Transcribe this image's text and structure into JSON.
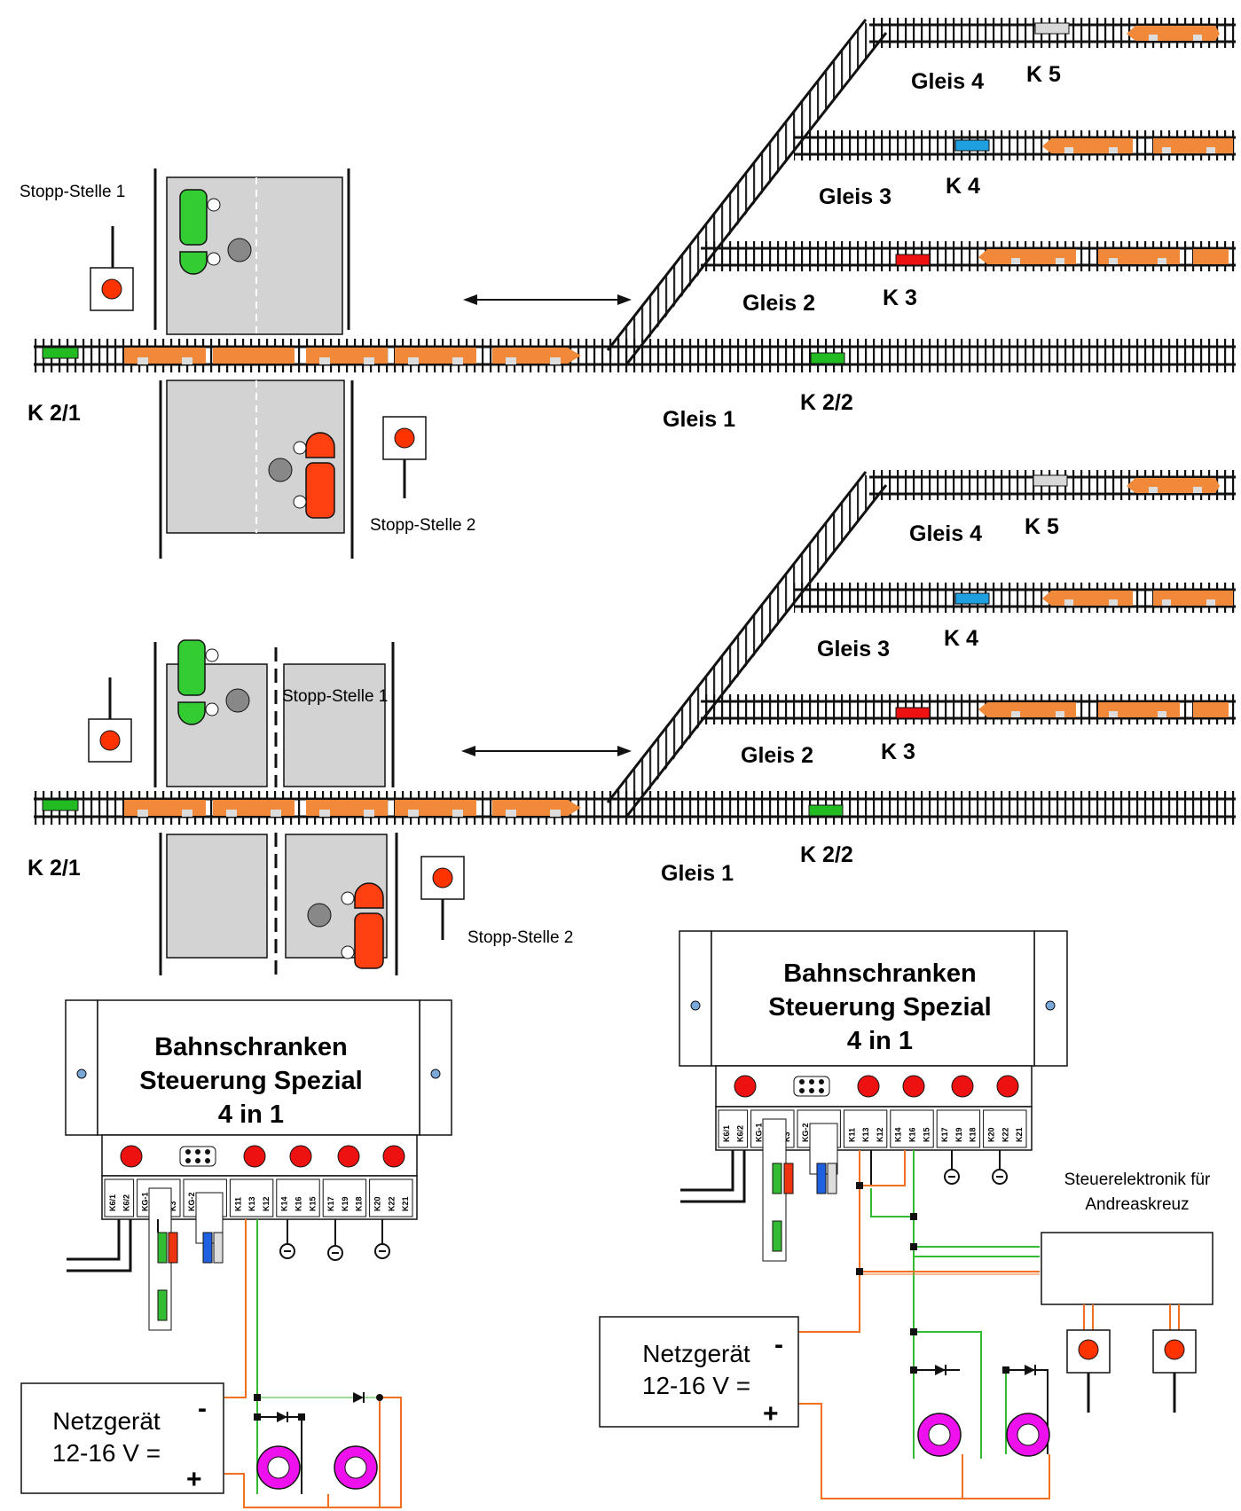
{
  "track_labels": {
    "gleis1": "Gleis 1",
    "gleis2": "Gleis 2",
    "gleis3": "Gleis 3",
    "gleis4": "Gleis 4"
  },
  "contact_labels": {
    "k21": "K 2/1",
    "k22": "K 2/2",
    "k3": "K 3",
    "k4": "K 4",
    "k5": "K 5"
  },
  "stop_labels": {
    "stop1": "Stopp-Stelle 1",
    "stop2": "Stopp-Stelle 2"
  },
  "controller": {
    "line1": "Bahnschranken",
    "line2": "Steuerung Spezial",
    "line3": "4 in 1",
    "terminals": [
      "K6/1",
      "K6/2",
      "KG-1",
      "K2",
      "K3",
      "KG-2",
      "K4",
      "K5",
      "K11",
      "K13",
      "K12",
      "K14",
      "K16",
      "K15",
      "K17",
      "K19",
      "K18",
      "K20",
      "K22",
      "K21"
    ]
  },
  "power_supply": {
    "line1": "Netzgerät",
    "line2": "12-16 V =",
    "minus": "-",
    "plus": "+"
  },
  "electronics_label": {
    "line1": "Steuerelektronik für",
    "line2": "Andreaskreuz"
  },
  "colors": {
    "contact_green": "#22bb22",
    "contact_red": "#ee1111",
    "contact_blue": "#1ea0e0",
    "contact_grey": "#d8d8d8",
    "wagon": "#f08a3a",
    "car_green": "#33cc33",
    "car_red": "#ff4010",
    "wire_orange": "#f07020",
    "wire_green": "#33bb33",
    "coil": "#ee11ee",
    "road": "#d3d3d3"
  }
}
